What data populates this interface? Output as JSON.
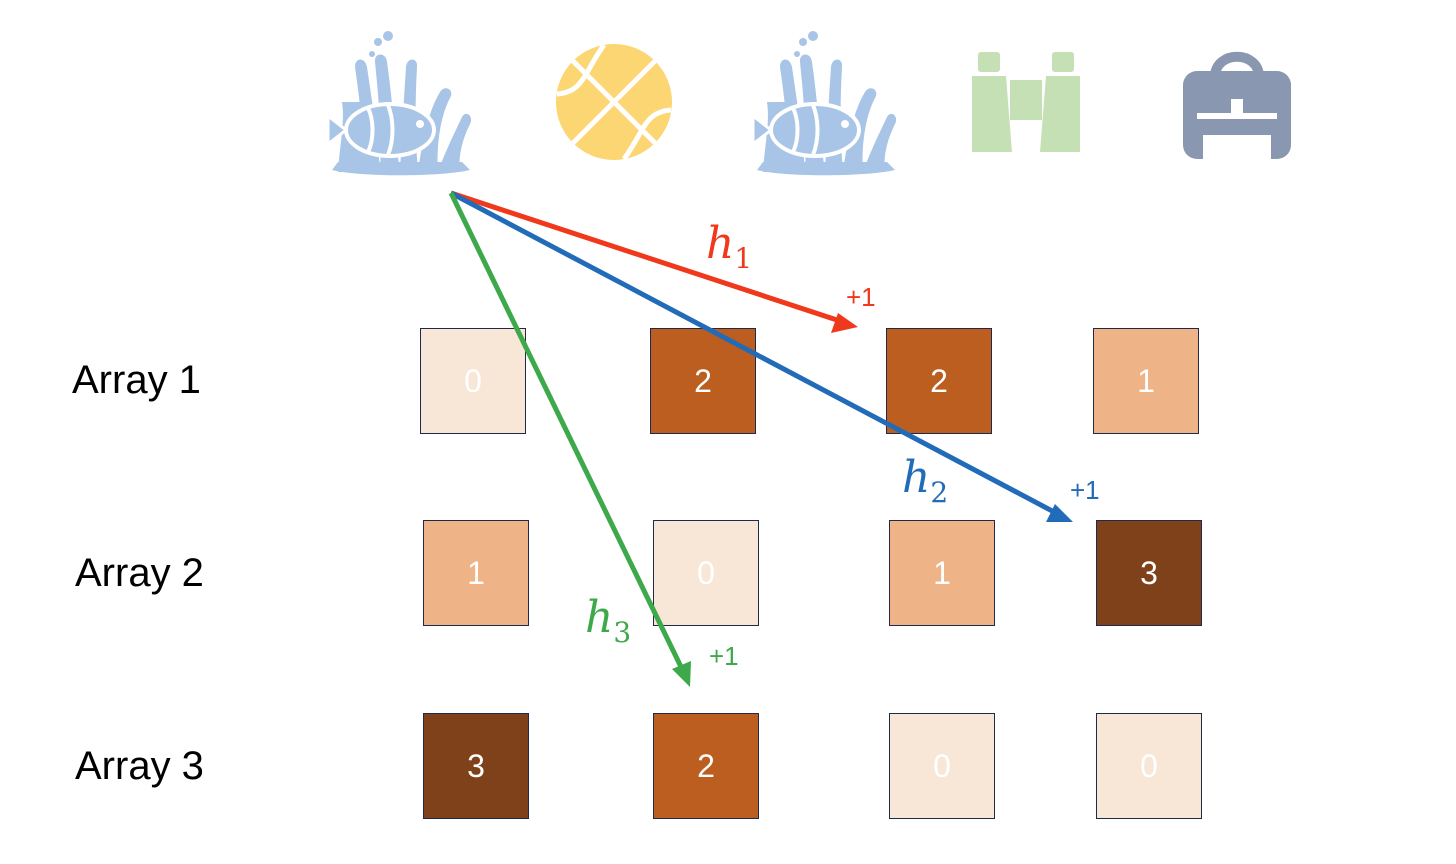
{
  "items": [
    {
      "icon": "anemone-fish-icon",
      "color": "#a8c4e6"
    },
    {
      "icon": "basketball-icon",
      "color": "#fbd672"
    },
    {
      "icon": "anemone-fish-icon",
      "color": "#a8c4e6"
    },
    {
      "icon": "binoculars-icon",
      "color": "#c6e0b6"
    },
    {
      "icon": "backpack-icon",
      "color": "#8a97b1"
    }
  ],
  "arrays": [
    {
      "label": "Array 1",
      "values": [
        "0",
        "2",
        "2",
        "1"
      ]
    },
    {
      "label": "Array 2",
      "values": [
        "1",
        "0",
        "1",
        "3"
      ]
    },
    {
      "label": "Array 3",
      "values": [
        "3",
        "2",
        "0",
        "0"
      ]
    }
  ],
  "hashes": [
    {
      "name": "h",
      "sub": "1",
      "increment": "+1",
      "color": "#f0391c"
    },
    {
      "name": "h",
      "sub": "2",
      "increment": "+1",
      "color": "#226bb8"
    },
    {
      "name": "h",
      "sub": "3",
      "increment": "+1",
      "color": "#3ea94b"
    }
  ],
  "level_colors": {
    "0": "#f8e6d6",
    "1": "#eeb487",
    "2": "#bb5e20",
    "3": "#7f4119"
  }
}
